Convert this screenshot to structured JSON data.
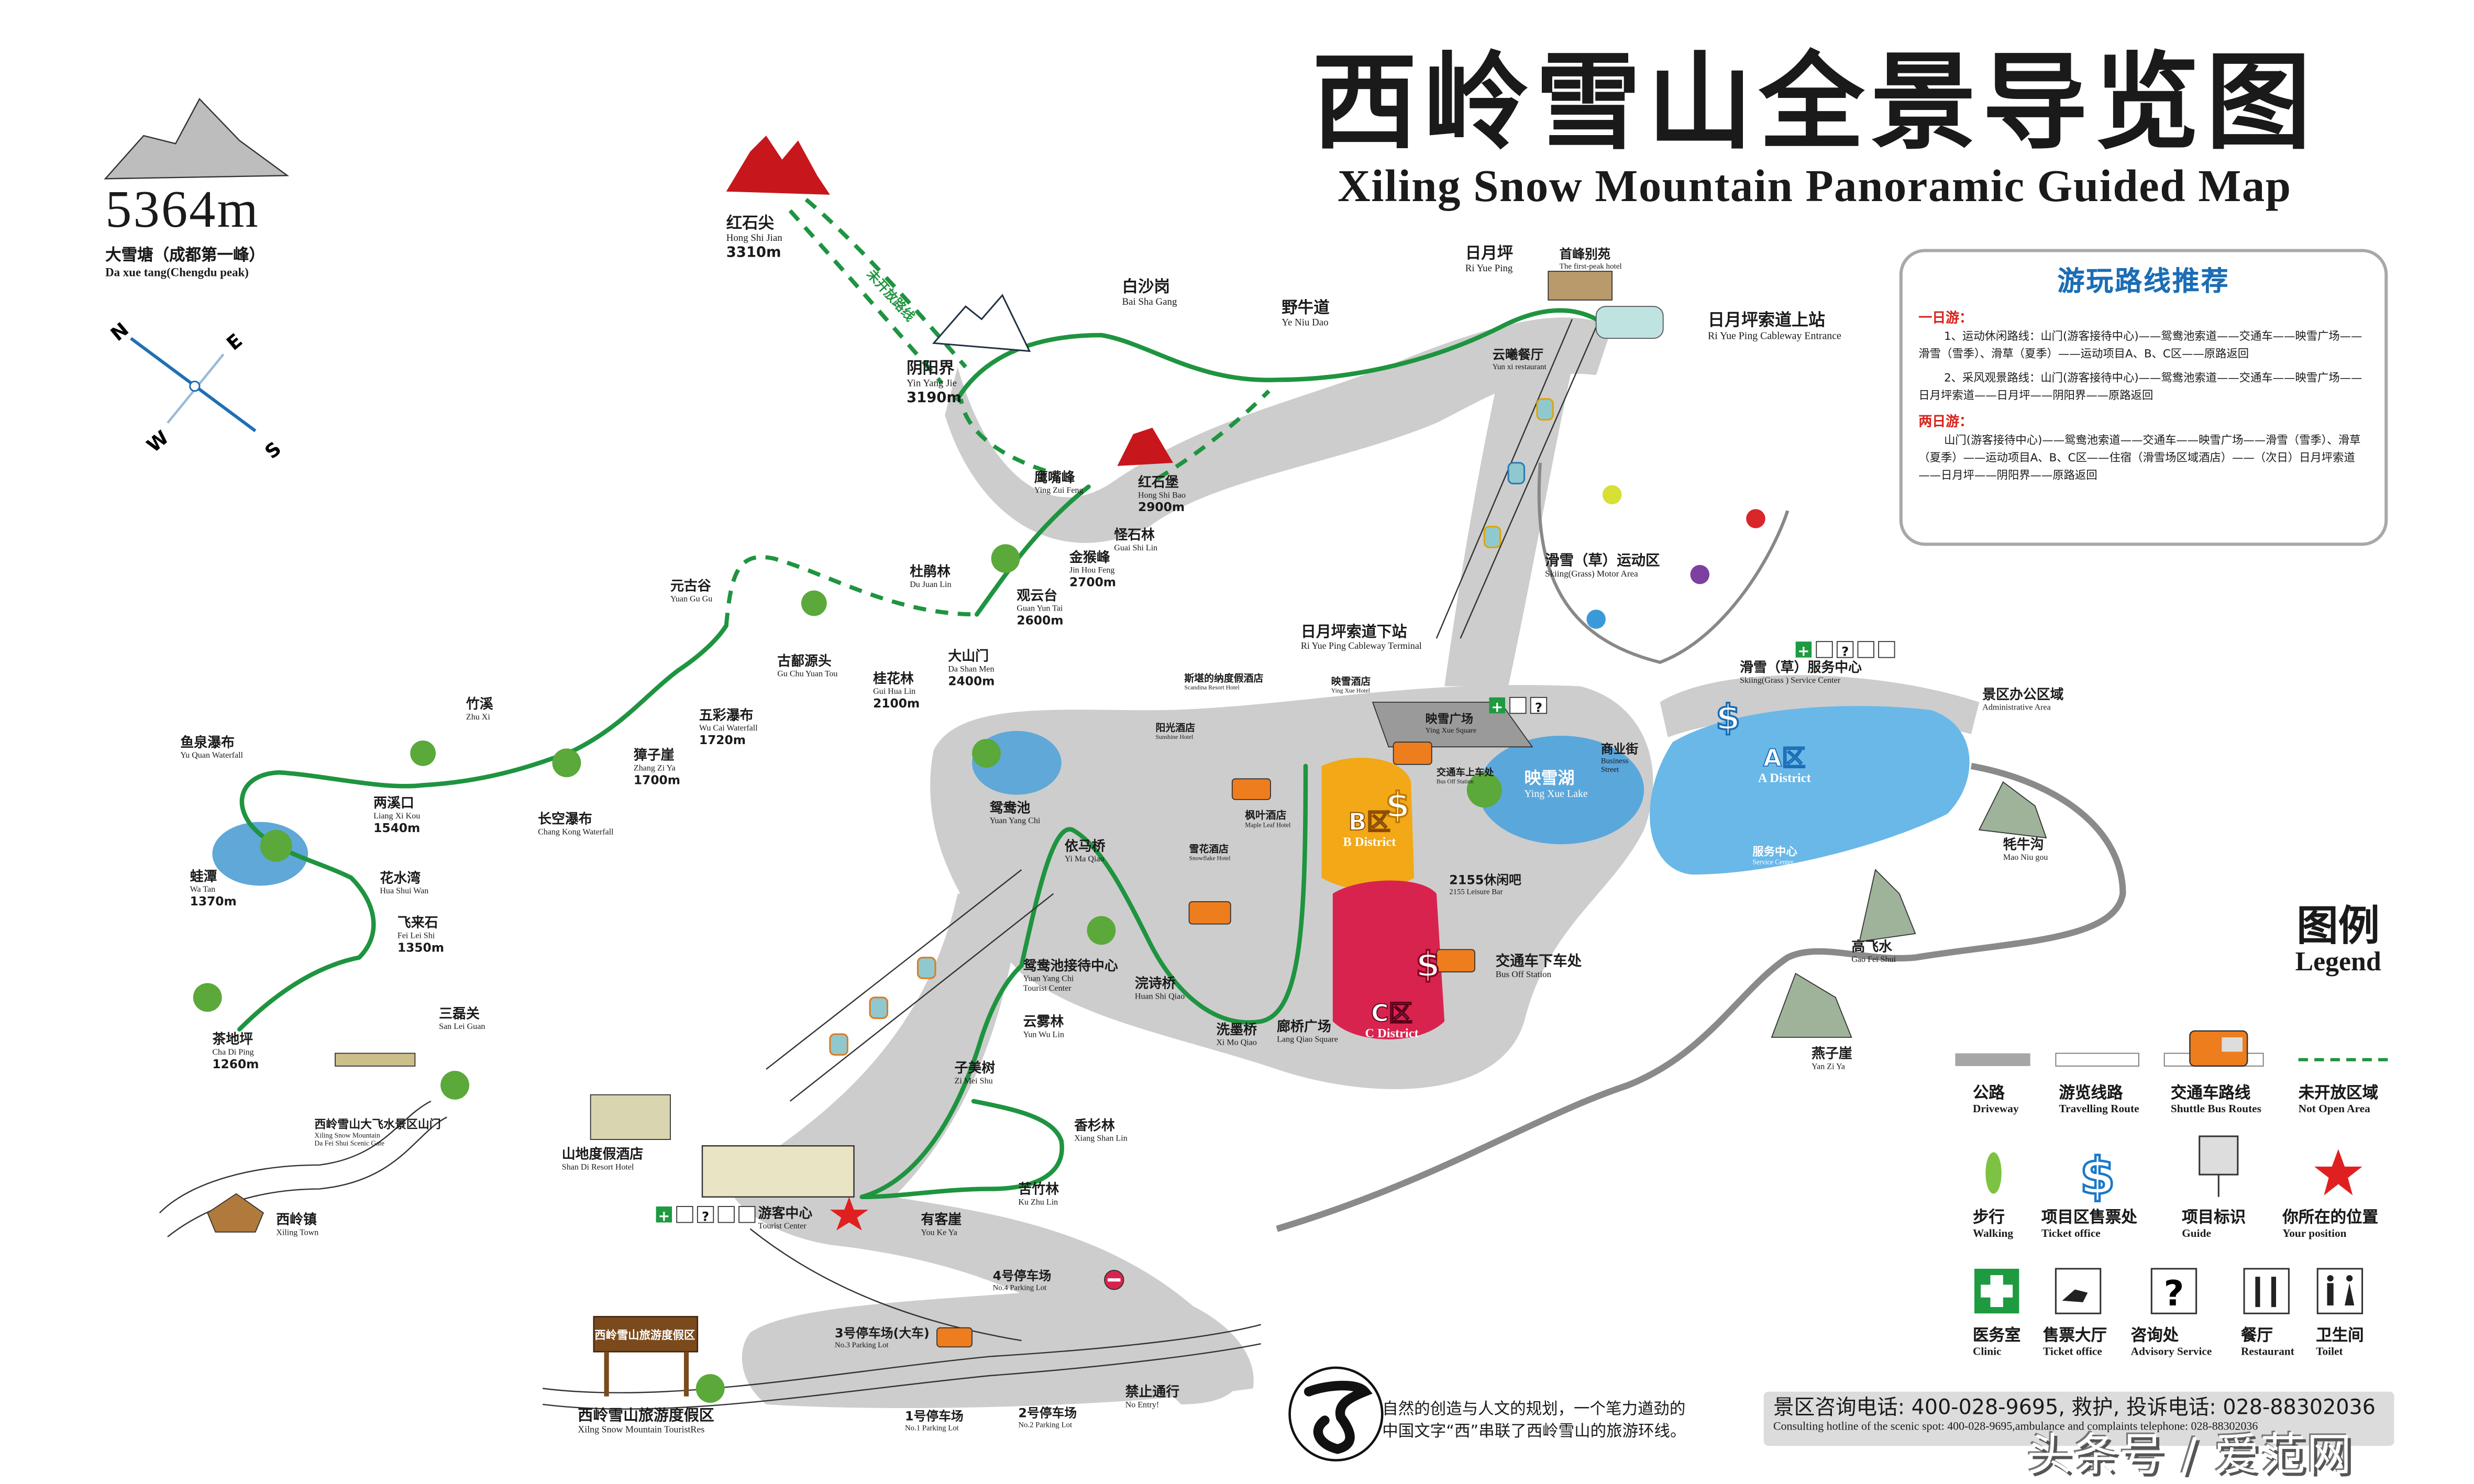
{
  "title": {
    "cn": "西岭雪山全景导览图",
    "en": "Xiling Snow Mountain Panoramic Guided Map"
  },
  "peak": {
    "altitude": "5364m",
    "cn": "大雪塘（成都第一峰）",
    "en": "Da xue tang(Chengdu peak)"
  },
  "compass": {
    "n": "N",
    "e": "E",
    "s": "S",
    "w": "W"
  },
  "not_open_route_label": "未开放路线",
  "gate_sign_text": "西岭雪山旅游度假区",
  "districts": {
    "a": {
      "cn": "A区",
      "en": "A District"
    },
    "b": {
      "cn": "B区",
      "en": "B District"
    },
    "c": {
      "cn": "C区",
      "en": "C District"
    }
  },
  "places": [
    {
      "cn": "红石尖",
      "en": "Hong Shi  Jian",
      "alt": "3310m"
    },
    {
      "cn": "阴阳界",
      "en": "Yin Yang Jie",
      "alt": "3190m"
    },
    {
      "cn": "白沙岗",
      "en": "Bai Sha Gang"
    },
    {
      "cn": "野牛道",
      "en": "Ye Niu Dao"
    },
    {
      "cn": "日月坪",
      "en": "Ri Yue Ping"
    },
    {
      "cn": "首峰别苑",
      "en": "The first-peak hotel"
    },
    {
      "cn": "云曦餐厅",
      "en": "Yun xi restaurant"
    },
    {
      "cn": "日月坪索道上站",
      "en": "Ri Yue Ping Cableway Entrance"
    },
    {
      "cn": "鹰嘴峰",
      "en": "Ying Zui Feng"
    },
    {
      "cn": "红石堡",
      "en": "Hong Shi Bao",
      "alt": "2900m"
    },
    {
      "cn": "怪石林",
      "en": "Guai Shi Lin"
    },
    {
      "cn": "金猴峰",
      "en": "Jin Hou Feng",
      "alt": "2700m"
    },
    {
      "cn": "杜鹃林",
      "en": "Du Juan Lin"
    },
    {
      "cn": "观云台",
      "en": "Guan Yun Tai",
      "alt": "2600m"
    },
    {
      "cn": "元古谷",
      "en": "Yuan Gu Gu"
    },
    {
      "cn": "古鄐源头",
      "en": "Gu Chu Yuan Tou"
    },
    {
      "cn": "桂花林",
      "en": "Gui Hua Lin",
      "alt": "2100m"
    },
    {
      "cn": "大山门",
      "en": "Da Shan Men",
      "alt": "2400m"
    },
    {
      "cn": "竹溪",
      "en": "Zhu Xi"
    },
    {
      "cn": "五彩瀑布",
      "en": "Wu Cai  Waterfall",
      "alt": "1720m"
    },
    {
      "cn": "獐子崖",
      "en": "Zhang Zi Ya",
      "alt": "1700m"
    },
    {
      "cn": "鱼泉瀑布",
      "en": "Yu Quan Waterfall"
    },
    {
      "cn": "两溪口",
      "en": "Liang Xi Kou",
      "alt": "1540m"
    },
    {
      "cn": "长空瀑布",
      "en": "Chang Kong Waterfall"
    },
    {
      "cn": "蛙潭",
      "en": "Wa Tan",
      "alt": "1370m"
    },
    {
      "cn": "花水湾",
      "en": "Hua Shui Wan"
    },
    {
      "cn": "飞来石",
      "en": "Fei Lei Shi",
      "alt": "1350m"
    },
    {
      "cn": "三磊关",
      "en": "San Lei Guan"
    },
    {
      "cn": "茶地坪",
      "en": "Cha Di Ping",
      "alt": "1260m"
    },
    {
      "cn": "西岭雪山大飞水景区山门",
      "en": "Xiling Snow Mountain",
      "en2": "Da Fei Shui Scenic Gate"
    },
    {
      "cn": "西岭镇",
      "en": "Xiling Town"
    },
    {
      "cn": "滑雪（草）运动区",
      "en": "Skiing(Grass) Motor Area"
    },
    {
      "cn": "日月坪索道下站",
      "en": "Ri Yue Ping Cableway Terminal"
    },
    {
      "cn": "斯堪的纳度假酒店",
      "en": "Scandina Resort Hotel"
    },
    {
      "cn": "映雪酒店",
      "en": "Ying Xue Hotel"
    },
    {
      "cn": "阳光酒店",
      "en": "Sunshine Hotel"
    },
    {
      "cn": "映雪广场",
      "en": "Ying Xue Square"
    },
    {
      "cn": "滑雪（草）服务中心",
      "en": "Skiing(Grass ) Service Center"
    },
    {
      "cn": "景区办公区域",
      "en": "Administrative Area"
    },
    {
      "cn": "商业街",
      "en": "Business",
      "en2": "Street"
    },
    {
      "cn": "映雪湖",
      "en": "Ying Xue Lake"
    },
    {
      "cn": "交通车上车处",
      "en": "Bus Off Station"
    },
    {
      "cn": "枫叶酒店",
      "en": "Maple Leaf Hotel"
    },
    {
      "cn": "鸳鸯池",
      "en": "Yuan Yang Chi"
    },
    {
      "cn": "依马桥",
      "en": "Yi Ma Qiao"
    },
    {
      "cn": "雪花酒店",
      "en": "Snowflake Hotel"
    },
    {
      "cn": "2155休闲吧",
      "en": "2155 Leisure Bar"
    },
    {
      "cn": "服务中心",
      "en": "Service Center"
    },
    {
      "cn": "牦牛沟",
      "en": "Mao Niu gou"
    },
    {
      "cn": "高飞水",
      "en": "Gao Fei Shui"
    },
    {
      "cn": "鸳鸯池接待中心",
      "en": "Yuan Yang Chi",
      "en2": "Tourist Center"
    },
    {
      "cn": "浣诗桥",
      "en": "Huan Shi Qiao"
    },
    {
      "cn": "交通车下车处",
      "en": "Bus Off Station"
    },
    {
      "cn": "云雾林",
      "en": "Yun Wu Lin"
    },
    {
      "cn": "洗墨桥",
      "en": "Xi Mo Qiao"
    },
    {
      "cn": "廊桥广场",
      "en": "Lang Qiao Square"
    },
    {
      "cn": "燕子崖",
      "en": "Yan Zi Ya"
    },
    {
      "cn": "子美树",
      "en": "Zi Mei Shu"
    },
    {
      "cn": "香杉林",
      "en": "Xiang Shan Lin"
    },
    {
      "cn": "山地度假酒店",
      "en": "Shan Di Resort Hotel"
    },
    {
      "cn": "苦竹林",
      "en": "Ku Zhu Lin"
    },
    {
      "cn": "游客中心",
      "en": "Tourist Center"
    },
    {
      "cn": "有客崖",
      "en": "You Ke Ya"
    },
    {
      "cn": "4号停车场",
      "en": "No.4 Parking Lot"
    },
    {
      "cn": "3号停车场(大车)",
      "en": "No.3 Parking Lot"
    },
    {
      "cn": "禁止通行",
      "en": "No Entry!"
    },
    {
      "cn": "西岭雪山旅游度假区",
      "en": "Xilng Snow Mountain TouristRes"
    },
    {
      "cn": "1号停车场",
      "en": "No.1 Parking Lot"
    },
    {
      "cn": "2号停车场",
      "en": "No.2 Parking Lot"
    }
  ],
  "routes": {
    "title": "游玩路线推荐",
    "one_day": {
      "heading": "一日游：",
      "items": [
        "1、运动休闲路线：山门(游客接待中心)——鸳鸯池索道——交通车——映雪广场——滑雪（雪季）、滑草（夏季）——运动项目A、B、C区——原路返回",
        "2、采风观景路线：山门(游客接待中心)——鸳鸯池索道——交通车——映雪广场——日月坪索道——日月坪——阴阳界——原路返回"
      ]
    },
    "two_day": {
      "heading": "两日游：",
      "items": [
        "山门(游客接待中心)——鸳鸯池索道——交通车——映雪广场——滑雪（雪季）、滑草（夏季）——运动项目A、B、C区——住宿（滑雪场区域酒店）——（次日）日月坪索道——日月坪——阴阳界——原路返回"
      ]
    }
  },
  "legend": {
    "title_cn": "图例",
    "title_en": "Legend",
    "items": [
      {
        "icon": "driveway-bar",
        "cn": "公路",
        "en": "Driveway"
      },
      {
        "icon": "travelling-route-bar",
        "cn": "游览线路",
        "en": "Travelling Route"
      },
      {
        "icon": "shuttle-bus",
        "cn": "交通车路线",
        "en": "Shuttle Bus Routes"
      },
      {
        "icon": "green-dashed-line",
        "cn": "未开放区域",
        "en": "Not Open Area"
      },
      {
        "icon": "footprint",
        "cn": "步行",
        "en": "Walking"
      },
      {
        "icon": "dollar",
        "cn": "项目区售票处",
        "en": "Ticket office"
      },
      {
        "icon": "guide-sign",
        "cn": "项目标识",
        "en": "Guide"
      },
      {
        "icon": "red-star",
        "cn": "你所在的位置",
        "en": "Your position"
      },
      {
        "icon": "green-cross",
        "cn": "医务室",
        "en": "Clinic"
      },
      {
        "icon": "ticket-hand",
        "cn": "售票大厅",
        "en": "Ticket office"
      },
      {
        "icon": "question-mark",
        "cn": "咨询处",
        "en": "Advisory Service"
      },
      {
        "icon": "fork-knife",
        "cn": "餐厅",
        "en": "Restaurant"
      },
      {
        "icon": "toilet",
        "cn": "卫生间",
        "en": "Toilet"
      }
    ]
  },
  "footer": {
    "logo_text_1": "自然的创造与人文的规划，一个笔力遒劲的",
    "logo_text_2": "中国文字“西”串联了西岭雪山的旅游环线。",
    "hotline_cn": "景区咨询电话: 400-028-9695, 救护, 投诉电话: 028-88302036",
    "hotline_en": "Consulting hotline of the scenic spot: 400-028-9695,ambulance and complaints telephone: 028-88302036"
  },
  "watermark": "头条号 / 爱范网",
  "colors": {
    "driveway": "#c9c9c9",
    "route_green": "#1f9440",
    "a_district": "#69b8e8",
    "b_district": "#f2a817",
    "c_district": "#d9234f",
    "title_blue": "#1b6db5",
    "heading_red": "#d7261e",
    "bus_orange": "#ee7d1e",
    "star_red": "#e02020"
  }
}
